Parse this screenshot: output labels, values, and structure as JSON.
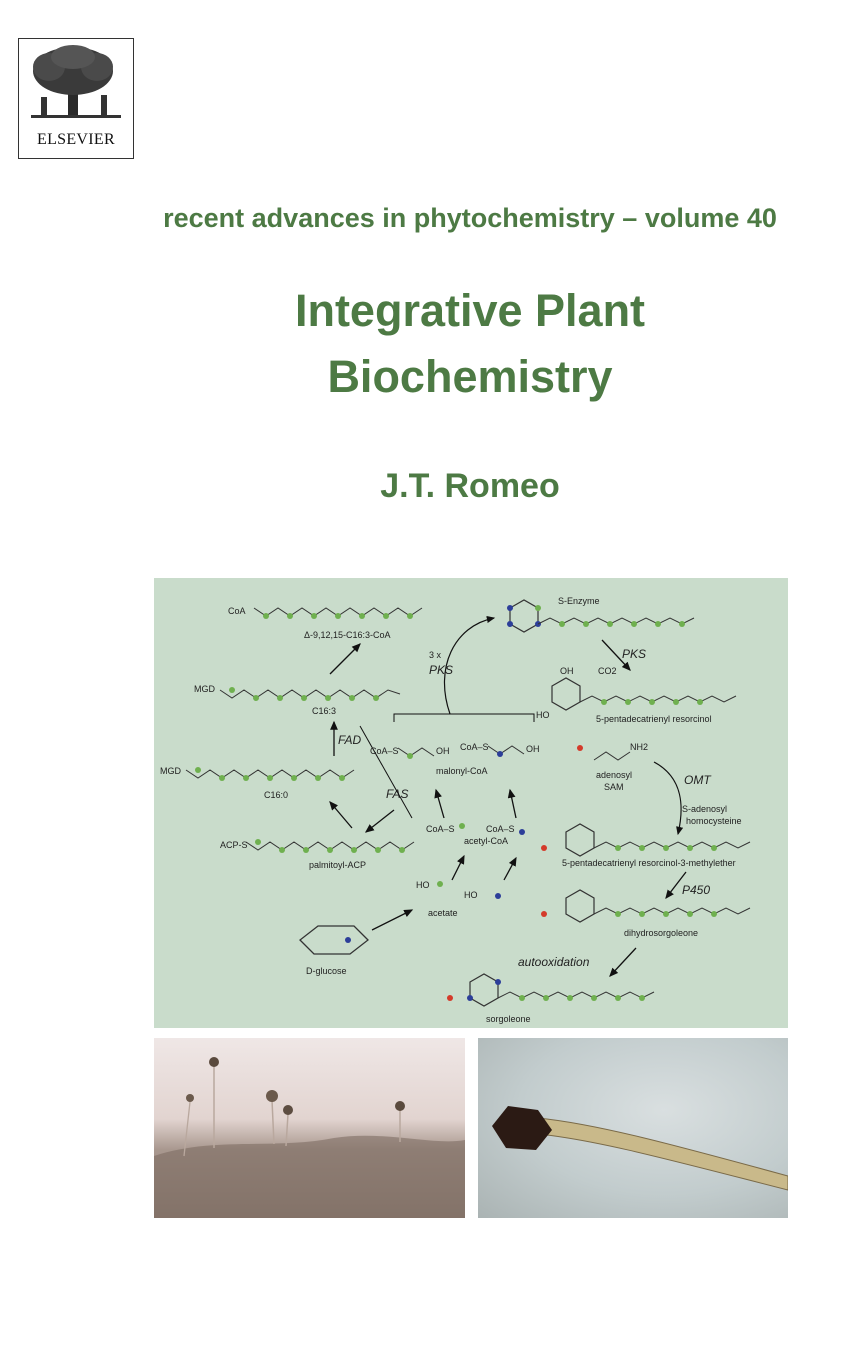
{
  "publisher": {
    "name": "ELSEVIER",
    "logo_icon": "elsevier-tree-icon"
  },
  "series": "recent advances in phytochemistry – volume 40",
  "title_line1": "Integrative Plant",
  "title_line2": "Biochemistry",
  "author": "J.T. Romeo",
  "diagram": {
    "molecules": {
      "c163coa": "Δ-9,12,15-C16:3-CoA",
      "c163": "C16:3",
      "c160": "C16:0",
      "palmitoyl": "palmitoyl-ACP",
      "malonyl": "malonyl-CoA",
      "acetylcoa": "acetyl-CoA",
      "acetate": "acetate",
      "glucose": "D-glucose",
      "resorcinol": "5-pentadecatrienyl resorcinol",
      "methylether": "5-pentadecatrienyl resorcinol-3-methylether",
      "dihydro": "dihydrosorgoleone",
      "sorgoleone": "sorgoleone",
      "sam": "SAM",
      "adenosyl": "adenosyl",
      "homocys1": "S-adenosyl",
      "homocys2": "homocysteine",
      "co2": "CO2",
      "senzyme": "S-Enzyme",
      "coa_s": "CoA",
      "mgd1": "MGD",
      "mgd2": "MGD",
      "acp_s": "ACP-S",
      "coa_a": "CoA–S",
      "coa_b": "CoA–S",
      "coa_c": "CoA–S",
      "coa_d": "CoA–S",
      "ho1": "HO",
      "ho2": "HO",
      "oh1": "OH",
      "oh2": "OH",
      "oh3": "OH",
      "nh2": "NH2"
    },
    "enzymes": {
      "pks_count": "3 x",
      "pks": "PKS",
      "pks2": "PKS",
      "fad": "FAD",
      "fas": "FAS",
      "omt": "OMT",
      "p450": "P450",
      "autoox": "autooxidation"
    },
    "colors": {
      "chain": "#6fb04f",
      "nitrogen": "#2c3e99",
      "oxygen": "#d43a2a",
      "background": "#c9dccb"
    }
  },
  "photos": [
    {
      "name": "trichome-field-photo"
    },
    {
      "name": "root-hair-photo"
    }
  ]
}
